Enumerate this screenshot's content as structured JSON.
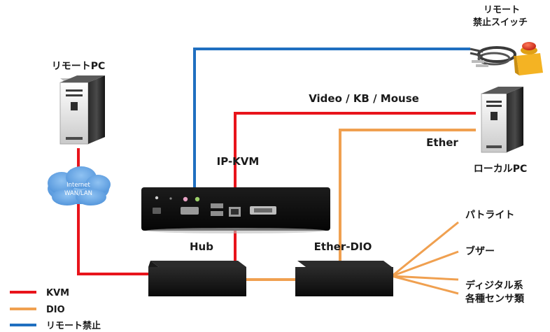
{
  "nodes": {
    "remote_pc": "リモートPC",
    "remote_switch_line1": "リモート",
    "remote_switch_line2": "禁止スイッチ",
    "local_pc": "ローカルPC",
    "ip_kvm": "IP-KVM",
    "hub": "Hub",
    "ether_dio": "Ether-DIO",
    "cloud_line1": "Internet",
    "cloud_line2": "WAN/LAN",
    "patlite": "パトライト",
    "buzzer": "ブザー",
    "sensors_line1": "ディジタル系",
    "sensors_line2": "各種センサ類"
  },
  "edge_labels": {
    "video_kb_mouse": "Video / KB / Mouse",
    "ether": "Ether"
  },
  "legend": [
    {
      "label": "KVM",
      "color": "#e8141b"
    },
    {
      "label": "DIO",
      "color": "#f0a050"
    },
    {
      "label": "リモート禁止",
      "color": "#1f6fc0"
    }
  ],
  "colors": {
    "kvm": "#e8141b",
    "dio": "#f0a050",
    "remote": "#1f6fc0"
  }
}
